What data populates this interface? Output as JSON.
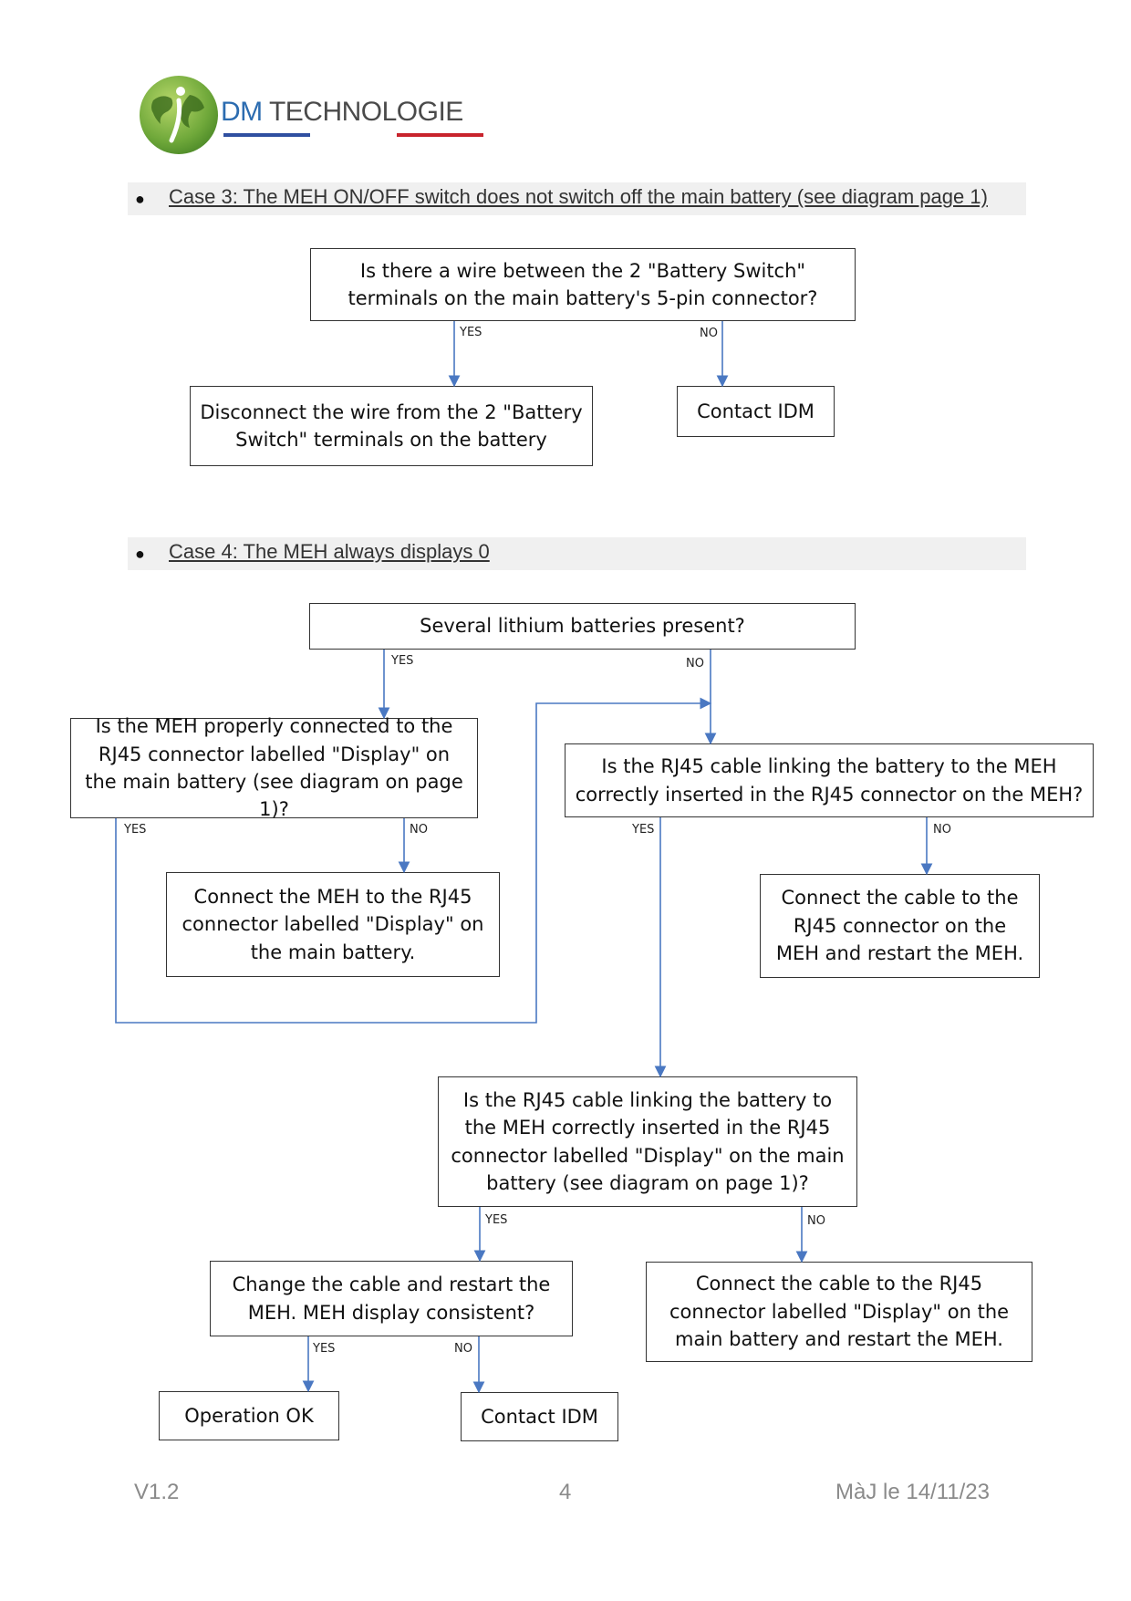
{
  "logo": {
    "brand_dm": "DM",
    "brand_rest": "TECHNOLOGIE"
  },
  "case3": {
    "heading": "Case 3: The MEH ON/OFF switch does not switch off the main battery (see diagram page 1)",
    "q1": "Is there a wire between the 2 \"Battery Switch\" terminals on the main battery's 5-pin connector?",
    "yes_action": "Disconnect the wire from the 2 \"Battery Switch\" terminals on the battery",
    "no_action": "Contact IDM"
  },
  "case4": {
    "heading": "Case 4: The MEH always displays 0",
    "q_lithium": "Several lithium batteries present?",
    "q_meh_connected": "Is the MEH properly connected to the RJ45 connector labelled \"Display\" on the main battery (see diagram on page 1)?",
    "a_connect_meh": "Connect the MEH to the RJ45 connector labelled \"Display\" on the main battery.",
    "q_cable_meh": "Is the RJ45 cable linking the battery to the MEH correctly inserted in the RJ45 connector on the MEH?",
    "a_connect_cable_meh": "Connect the cable to the RJ45 connector on the MEH and restart the MEH.",
    "q_cable_display": "Is the RJ45 cable linking the battery to the MEH correctly inserted in the RJ45 connector labelled \"Display\" on the main battery (see diagram on page 1)?",
    "a_change_cable": "Change the cable and restart the MEH. MEH display consistent?",
    "a_connect_display": "Connect the cable to the RJ45 connector labelled \"Display\" on the main battery and restart the MEH.",
    "a_operation_ok": "Operation OK",
    "a_contact": "Contact IDM"
  },
  "labels": {
    "yes": "YES",
    "no": "NO"
  },
  "colors": {
    "connector": "#4a78c2",
    "logo_blue": "#2f4fa0",
    "logo_red": "#c8232c"
  },
  "footer": {
    "version": "V1.2",
    "page": "4",
    "updated": "MàJ le 14/11/23"
  }
}
